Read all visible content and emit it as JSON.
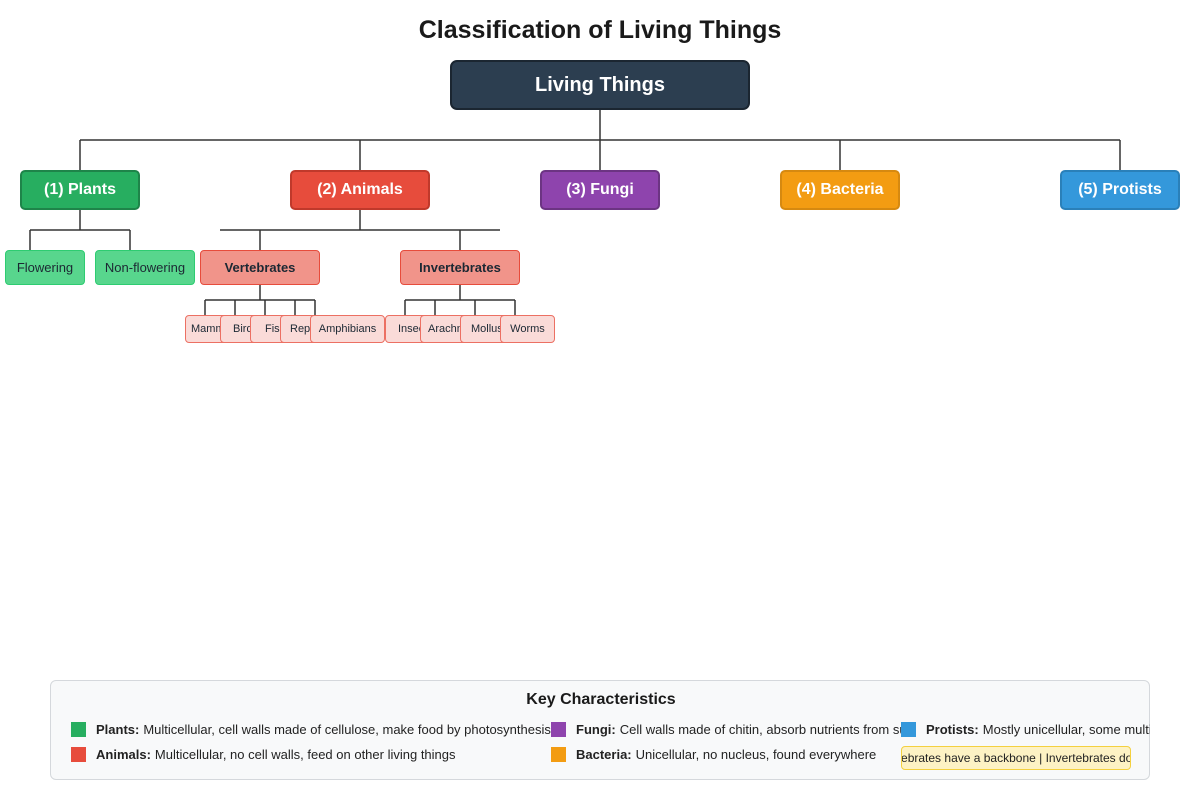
{
  "title": "Classification of Living Things",
  "root": "Living Things",
  "kingdoms": {
    "plants": "(1) Plants",
    "animals": "(2) Animals",
    "fungi": "(3) Fungi",
    "bacteria": "(4) Bacteria",
    "protists": "(5) Protists"
  },
  "plant_groups": [
    "Flowering",
    "Non-flowering"
  ],
  "animal_groups": {
    "vertebrates": {
      "label": "Vertebrates",
      "members": [
        "Mammals",
        "Birds",
        "Fish",
        "Reptiles",
        "Amphibians"
      ]
    },
    "invertebrates": {
      "label": "Invertebrates",
      "members": [
        "Insects",
        "Arachnids",
        "Molluscs",
        "Worms"
      ]
    }
  },
  "legend": {
    "title": "Key Characteristics",
    "items": [
      {
        "name": "Plants:",
        "text": "Multicellular, cell walls made of cellulose, make food by photosynthesis",
        "color": "#27ae60"
      },
      {
        "name": "Animals:",
        "text": "Multicellular, no cell walls, feed on other living things",
        "color": "#e74c3c"
      },
      {
        "name": "Fungi:",
        "text": "Cell walls made of chitin, absorb nutrients from surroundings",
        "color": "#8e44ad"
      },
      {
        "name": "Bacteria:",
        "text": "Unicellular, no nucleus, found everywhere",
        "color": "#f39c12"
      },
      {
        "name": "Protists:",
        "text": "Mostly unicellular, some multicellular, diverse",
        "color": "#3498db"
      }
    ],
    "note": "Vertebrates have a backbone | Invertebrates do not"
  }
}
